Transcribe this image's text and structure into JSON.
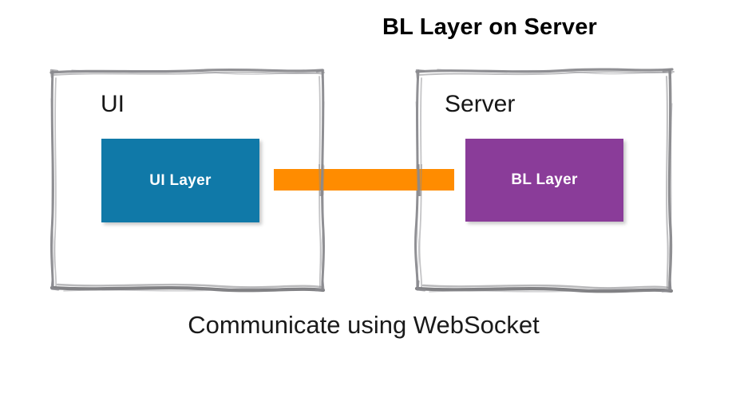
{
  "slide": {
    "title": "BL Layer on Server",
    "caption": "Communicate using WebSocket",
    "background_color": "#FFFFFF"
  },
  "containers": [
    {
      "id": "ui",
      "label": "UI",
      "border_color": "#8A8A8E",
      "border_style": "hand-drawn-sketch"
    },
    {
      "id": "server",
      "label": "Server",
      "border_color": "#8A8A8E",
      "border_style": "hand-drawn-sketch"
    }
  ],
  "blocks": [
    {
      "id": "ui-layer",
      "label": "UI Layer",
      "fill_color": "#1079A8",
      "text_color": "#FFFFFF",
      "parent": "ui"
    },
    {
      "id": "bl-layer",
      "label": "BL Layer",
      "fill_color": "#8A3C99",
      "text_color": "#FFFFFF",
      "parent": "server"
    }
  ],
  "connector": {
    "name": "websocket-connector",
    "color": "#FF8C00",
    "from": "ui-layer",
    "to": "bl-layer",
    "label": "Communicate using WebSocket"
  },
  "colors": {
    "blue": "#1079A8",
    "purple": "#8A3C99",
    "orange": "#FF8C00",
    "border_gray": "#8A8A8E",
    "text_black": "#000000",
    "text_white": "#FFFFFF"
  }
}
